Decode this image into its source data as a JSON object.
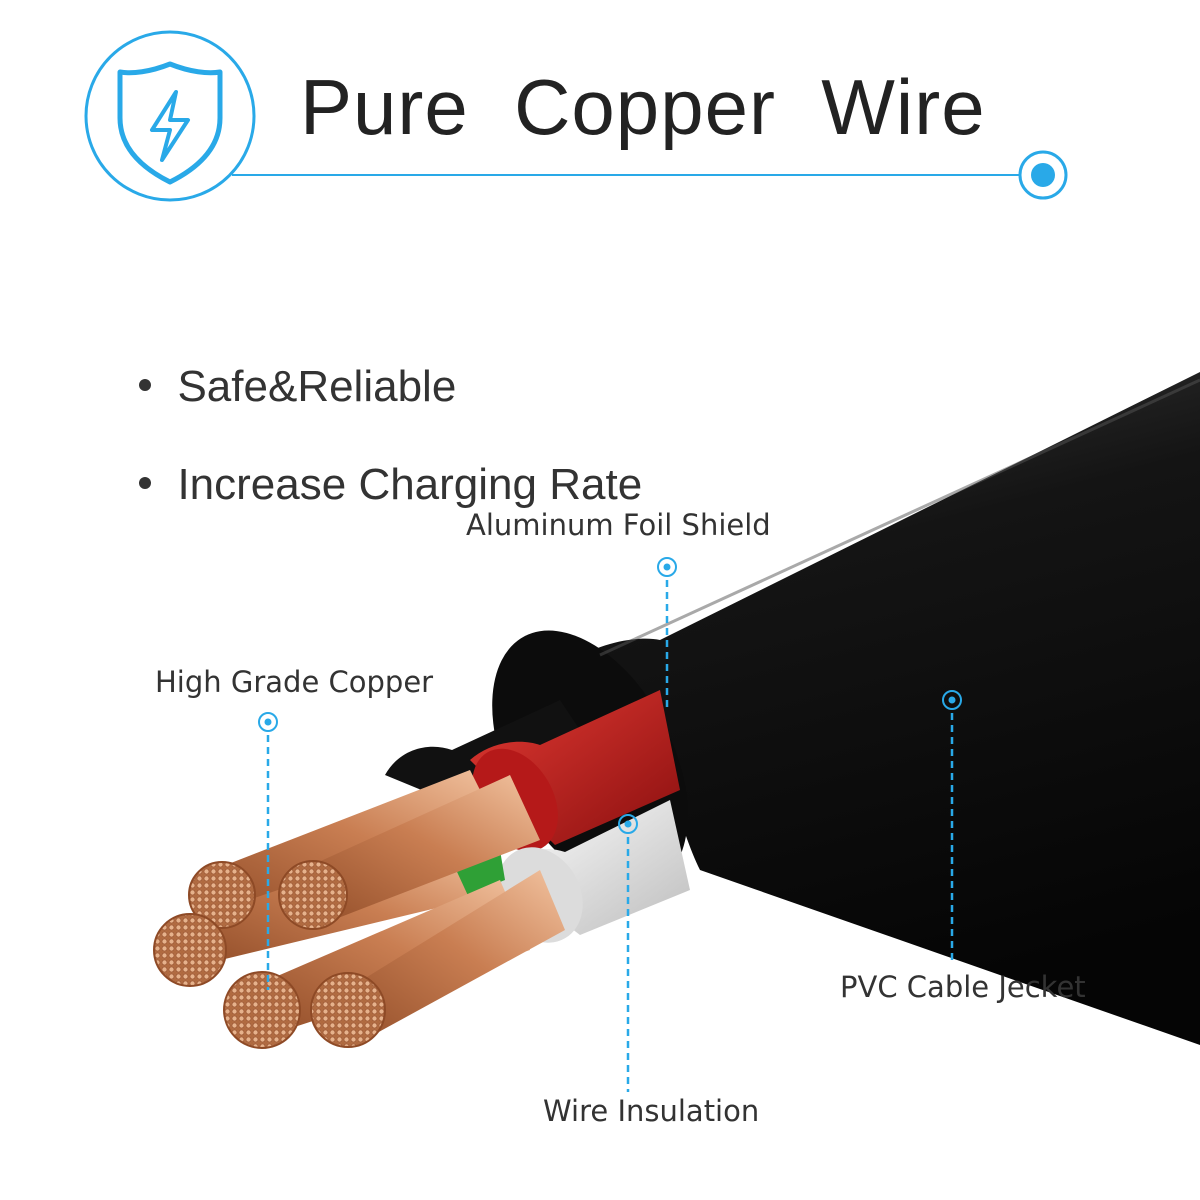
{
  "header": {
    "title": "Pure  Copper  Wire",
    "badge_icon": "shield-lightning-icon",
    "accent_color": "#29a9e8"
  },
  "features": [
    {
      "text": "Safe&Reliable"
    },
    {
      "text": "Increase Charging Rate"
    }
  ],
  "callouts": {
    "copper": "High Grade Copper",
    "shield": "Aluminum Foil Shield",
    "jacket": "PVC Cable Jecket",
    "insulation": "Wire Insulation"
  },
  "colors": {
    "jacket": "#1a1a1a",
    "red_wire": "#c81e1e",
    "white_wire": "#ececec",
    "copper": "#c8845a",
    "leader": "#29a9e8"
  }
}
